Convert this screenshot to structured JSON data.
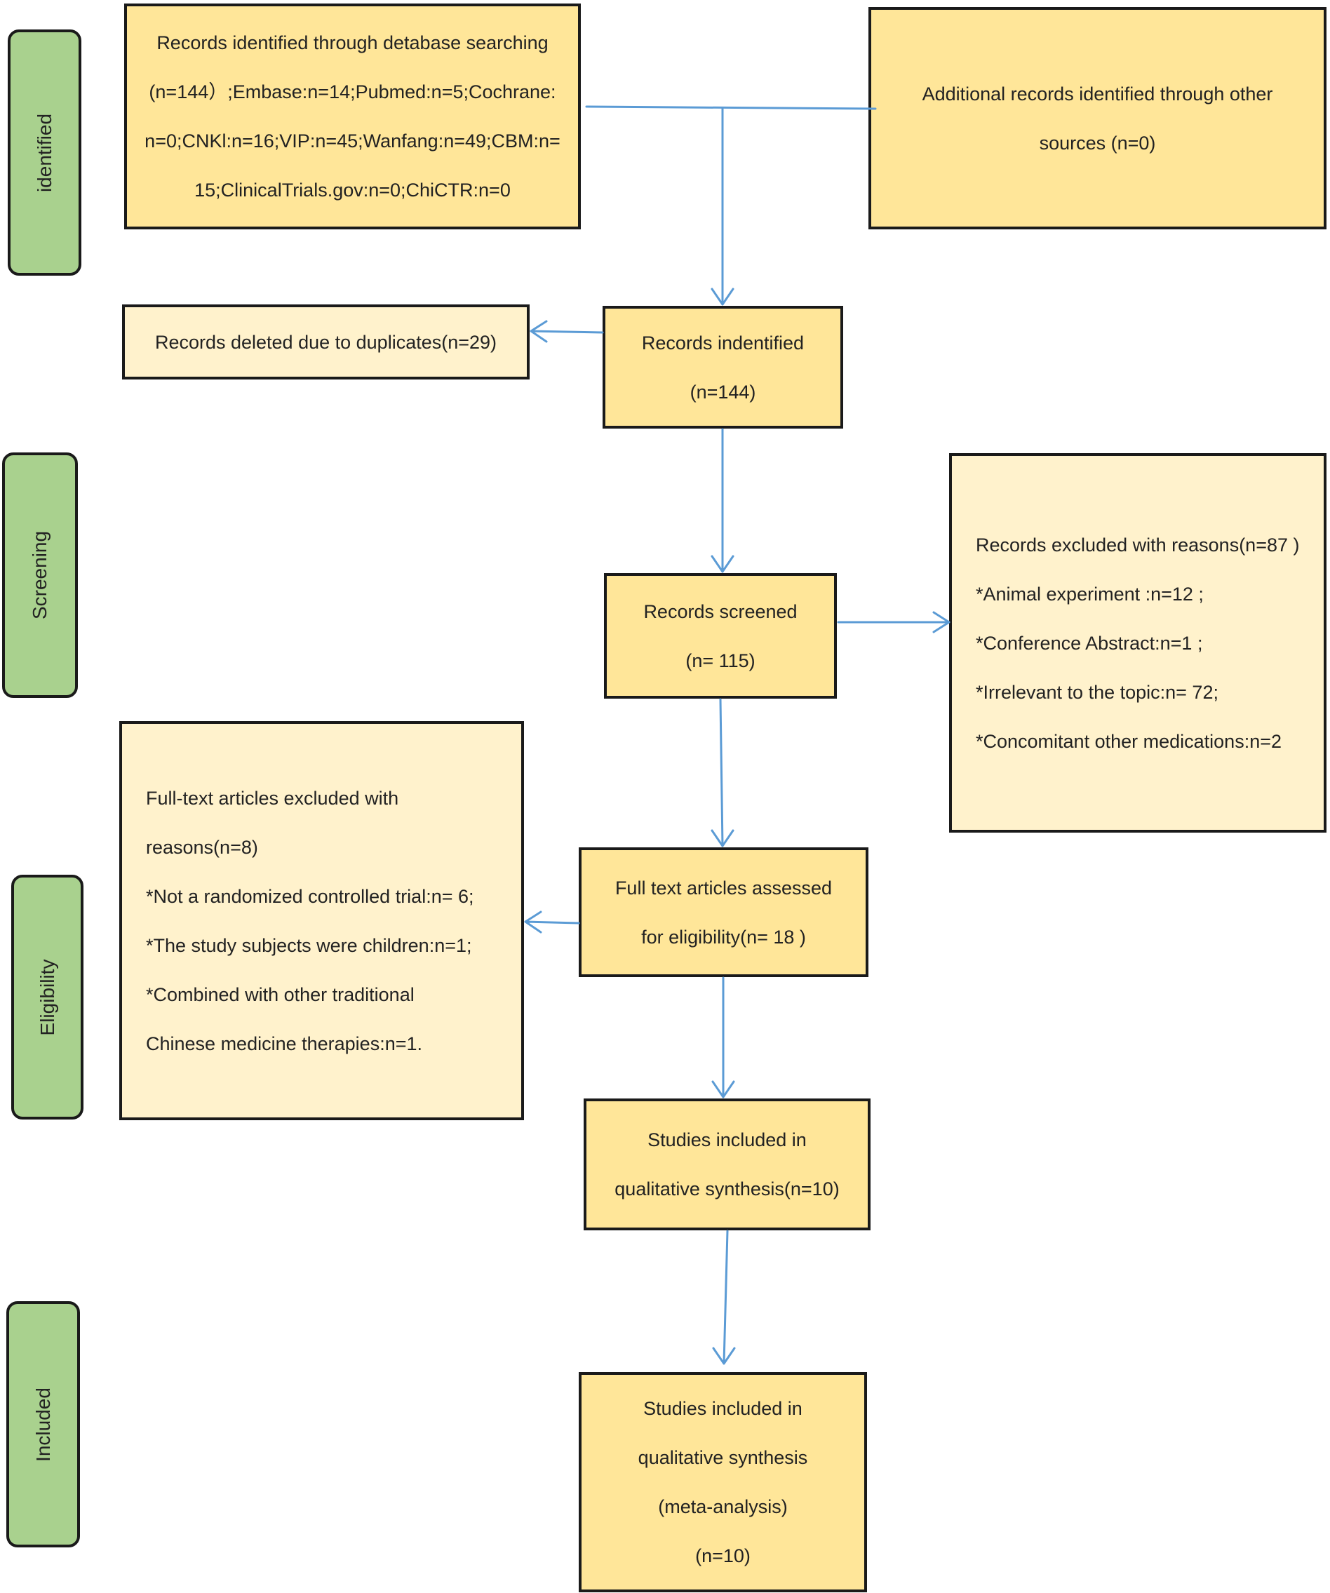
{
  "stages": {
    "identified": "identified",
    "screening": "Screening",
    "eligibility": "Eligibility",
    "included": "Included"
  },
  "boxes": {
    "database_search": [
      "Records identified through detabase searching",
      "(n=144）;Embase:n=14;Pubmed:n=5;Cochrane:",
      "n=0;CNKl:n=16;VIP:n=45;Wanfang:n=49;CBM:n=",
      "15;ClinicalTrials.gov:n=0;ChiCTR:n=0"
    ],
    "other_sources": [
      "Additional records identified through other",
      "sources (n=0)"
    ],
    "duplicates_deleted": [
      "Records deleted due to duplicates(n=29)"
    ],
    "records_identified": [
      "Records indentified",
      "(n=144)"
    ],
    "records_excluded": [
      "Records excluded with reasons(n=87 )",
      "*Animal experiment :n=12 ;",
      "*Conference Abstract:n=1 ;",
      "*Irrelevant to the topic:n= 72;",
      "*Concomitant other medications:n=2"
    ],
    "records_screened": [
      "Records screened",
      "(n= 115)"
    ],
    "fulltext_excluded": [
      "Full-text articles excluded with",
      "reasons(n=8)",
      "*Not a randomized controlled trial:n= 6;",
      "*The study subjects were children:n=1;",
      "*Combined with other traditional",
      "Chinese medicine therapies:n=1."
    ],
    "fulltext_assessed": [
      "Full text articles assessed",
      "for eligibility(n= 18 )"
    ],
    "qualitative_synthesis": [
      "Studies included in",
      "qualitative synthesis(n=10)"
    ],
    "meta_analysis": [
      "Studies included in",
      "qualitative synthesis",
      "(meta-analysis)",
      "(n=10)"
    ]
  },
  "colors": {
    "stage_fill": "#a9d18e",
    "box_dark_fill": "#ffe699",
    "box_light_fill": "#fff2cc",
    "arrow": "#5b9bd5",
    "border": "#1a1a1a"
  }
}
